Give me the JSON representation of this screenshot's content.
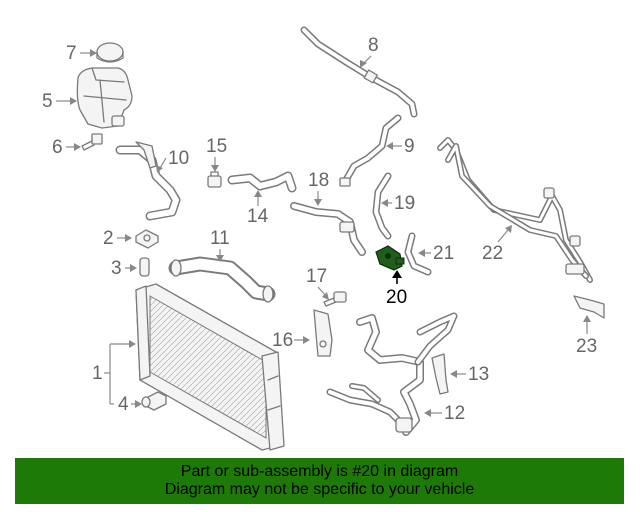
{
  "diagram": {
    "callouts": {
      "c1": "1",
      "c2": "2",
      "c3": "3",
      "c4": "4",
      "c5": "5",
      "c6": "6",
      "c7": "7",
      "c8": "8",
      "c9": "9",
      "c10": "10",
      "c11": "11",
      "c12": "12",
      "c13": "13",
      "c14": "14",
      "c15": "15",
      "c16": "16",
      "c17": "17",
      "c18": "18",
      "c19": "19",
      "c20": "20",
      "c21": "21",
      "c22": "22",
      "c23": "23"
    },
    "highlight_color": "#1f5e1b"
  },
  "banner": {
    "line1": "Part or sub-assembly is #20 in diagram",
    "line2": "Diagram may not be specific to your vehicle",
    "background": "#1d7a06"
  }
}
